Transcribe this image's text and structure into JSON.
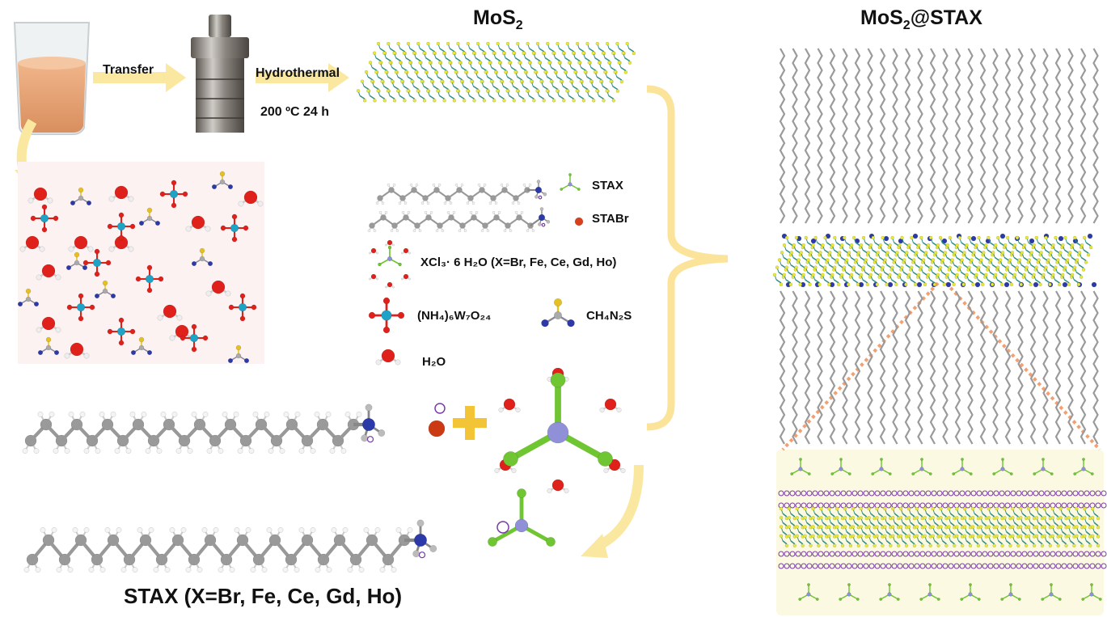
{
  "titles": {
    "mos2": "MoS",
    "mos2_sub": "2",
    "composite_pre": "MoS",
    "composite_sub": "2",
    "composite_post": "@STAX"
  },
  "steps": {
    "transfer": "Transfer",
    "hydrothermal": "Hydrothermal",
    "conditions": "200 ºC 24 h"
  },
  "legend": {
    "stax": "STAX",
    "stabr": "STABr",
    "xcl3": "XCl₃· 6 H₂O (X=Br, Fe, Ce, Gd, Ho)",
    "ammonium_tungstate": "(NH₄)₆W₇O₂₄",
    "thiourea": "CH₄N₂S",
    "water": "H₂O"
  },
  "bottom_label": "STAX (X=Br, Fe, Ce, Gd, Ho)",
  "colors": {
    "arrow": "#fbe8a0",
    "bracket": "#fbe39a",
    "mos_s": "#e8e83a",
    "mos_mo": "#2f8f86",
    "carbon": "#9a9a9a",
    "nitrogen": "#2b3aa8",
    "oxygen": "#e0201a",
    "chlorine": "#6fc532",
    "metal": "#9090d8",
    "tungsten": "#1da3c6",
    "sulfur": "#e4c022",
    "ammonium_ring": "#7a3aa8",
    "insert_bg": "#fcf9e2",
    "dotted": "#f2a070"
  }
}
